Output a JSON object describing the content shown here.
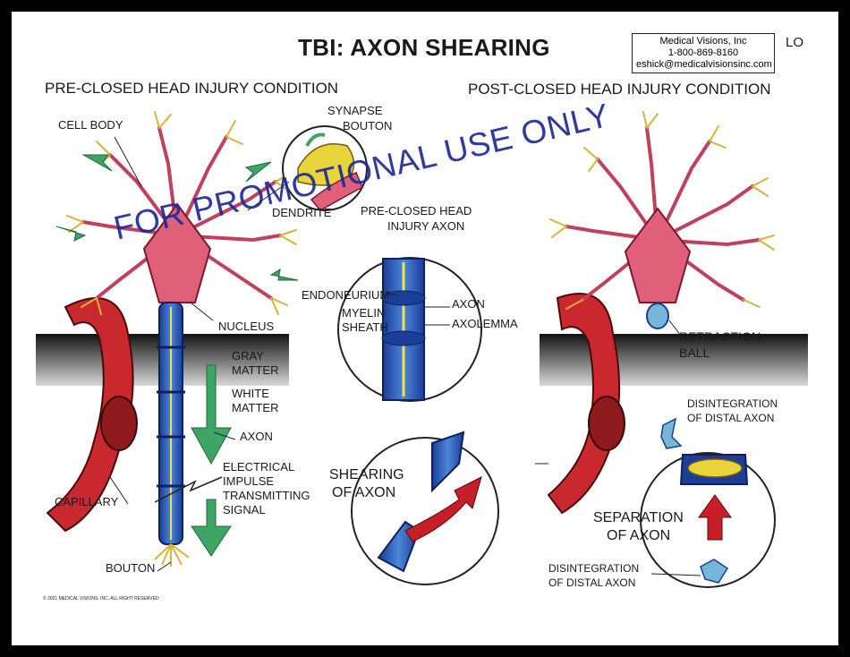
{
  "title": "TBI: AXON SHEARING",
  "tag": "LO",
  "contact": {
    "company": "Medical Visions, Inc",
    "phone": "1-800-869-8160",
    "email": "eshick@medicalvisionsinc.com"
  },
  "headings": {
    "pre": "PRE-CLOSED HEAD INJURY CONDITION",
    "post": "POST-CLOSED HEAD INJURY CONDITION"
  },
  "labels": {
    "cell_body": "CELL BODY",
    "synapse": "SYNAPSE",
    "bouton_top": "BOUTON",
    "dendrite": "DENDRITE",
    "pre_axon_1": "PRE-CLOSED HEAD",
    "pre_axon_2": "INJURY AXON",
    "nucleus": "NUCLEUS",
    "gray_1": "GRAY",
    "gray_2": "MATTER",
    "white_1": "WHITE",
    "white_2": "MATTER",
    "axon_left": "AXON",
    "elec_1": "ELECTRICAL",
    "elec_2": "IMPULSE",
    "elec_3": "TRANSMITTING",
    "elec_4": "SIGNAL",
    "capillary": "CAPILLARY",
    "bouton_bottom": "BOUTON",
    "endoneurium": "ENDONEURIUM",
    "myelin_1": "MYELIN",
    "myelin_2": "SHEATH",
    "axon_mid": "AXON",
    "axolemma": "AXOLEMMA",
    "shearing_1": "SHEARING",
    "shearing_2": "OF AXON",
    "retraction_1": "RETRACTION",
    "retraction_2": "BALL",
    "disint_top_1": "DISINTEGRATION",
    "disint_top_2": "OF DISTAL AXON",
    "separation_1": "SEPARATION",
    "separation_2": "OF AXON",
    "disint_bot_1": "DISINTEGRATION",
    "disint_bot_2": "OF DISTAL AXON"
  },
  "watermark": "FOR PROMOTIONAL USE ONLY",
  "copyright": "© 2021 MEDICAL VISIONS, INC. ALL RIGHT RESERVED",
  "colors": {
    "neuron_pink": "#e0607a",
    "dendrite_yellow": "#d8b437",
    "vessel_red": "#c8282e",
    "axon_blue": "#2b55b8",
    "arrow_green": "#3ea665",
    "arrow_red": "#c81e28",
    "watermark_blue": "#1f2a9a"
  }
}
